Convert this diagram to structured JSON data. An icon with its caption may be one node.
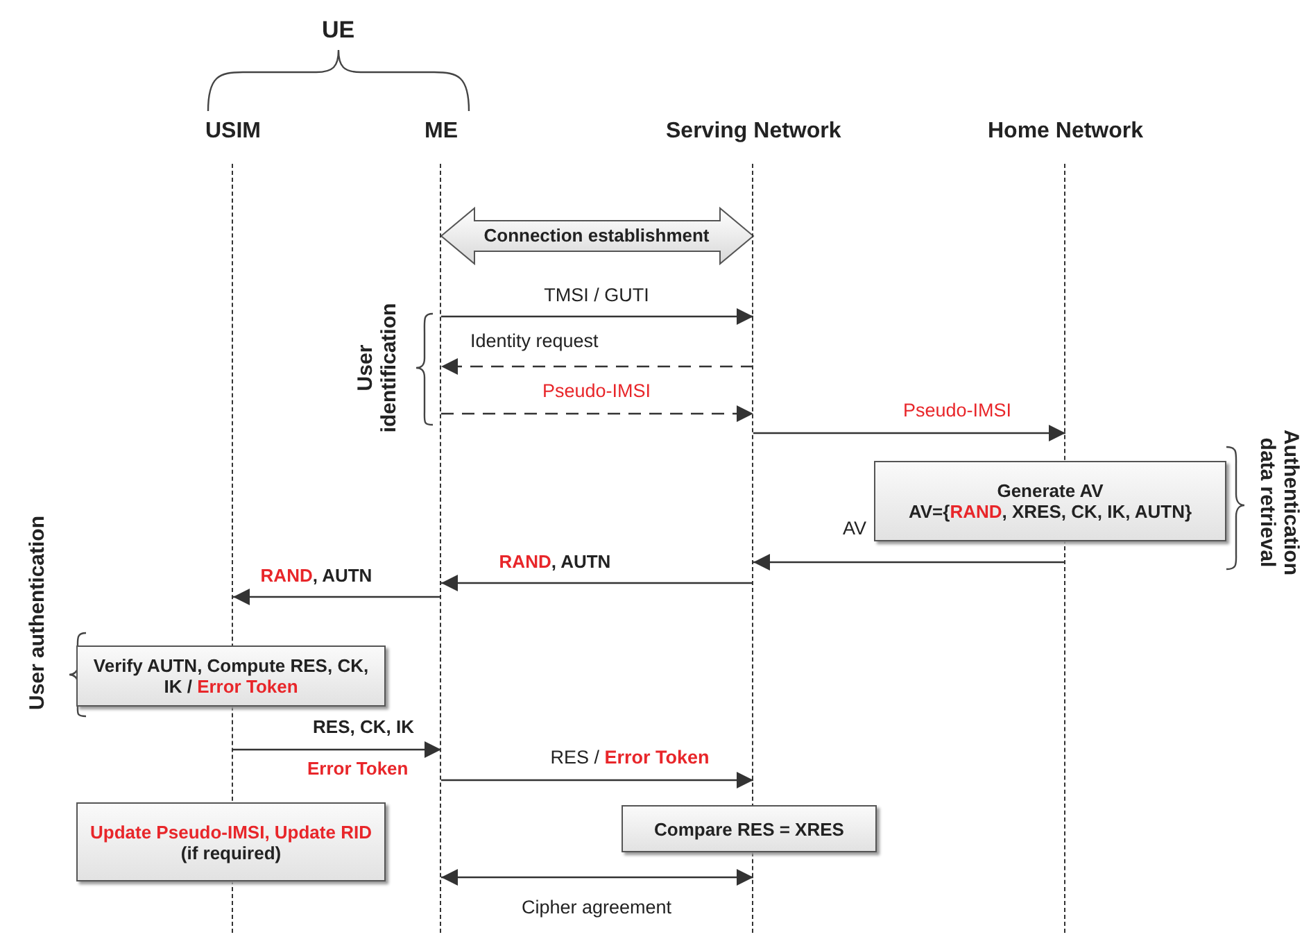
{
  "diagram": {
    "nodes": [
      {
        "text": [],
        "shape": "line",
        "beside": [
          "USIM"
        ]
      },
      {
        "text": [],
        "shape": "line",
        "beside": [
          "ME"
        ]
      },
      {
        "text": [],
        "shape": "line",
        "beside": [
          "Serving Network"
        ]
      },
      {
        "text": [],
        "shape": "line",
        "beside": [
          "Home Network"
        ]
      },
      {
        "text": [
          "Generate AV",
          "AV={**RAND**, XRES, CK, IK, AUTN}"
        ]
      },
      {
        "text": [
          "Verify AUTN, Compute RES, CK, IK / **Error Token**"
        ]
      },
      {
        "text": [
          "Compare RES = XRES"
        ]
      },
      {
        "text": [
          "**Update Pseudo-IMSI, Update RID** (if required)"
        ]
      }
    ],
    "edges": [
      {
        "from": 1,
        "to": 2,
        "arrow": "both",
        "label": "Connection establishment",
        "style": "thick"
      },
      {
        "from": 1,
        "to": 2,
        "arrow": "to",
        "label": "TMSI / GUTI"
      },
      {
        "from": 2,
        "to": 1,
        "arrow": "to",
        "label": "Identity request",
        "style": "dashed"
      },
      {
        "from": 1,
        "to": 2,
        "arrow": "to",
        "label": "Pseudo-IMSI",
        "style": "dashed"
      },
      {
        "from": 2,
        "to": 3,
        "arrow": "to",
        "label": "Pseudo-IMSI"
      },
      {
        "from": 3,
        "to": 2,
        "arrow": "to",
        "label": "AV"
      },
      {
        "from": 2,
        "to": 1,
        "arrow": "to",
        "label": "**RAND**, AUTN"
      },
      {
        "from": 1,
        "to": 0,
        "arrow": "to",
        "label": "**RAND**, AUTN"
      },
      {
        "from": 0,
        "to": 1,
        "arrow": "to",
        "label": "RES, CK, IK"
      },
      {
        "from": 1,
        "to": 2,
        "arrow": "to",
        "label": "RES / **Error Token**"
      },
      {
        "from": 1,
        "to": 2,
        "arrow": "both",
        "label": "Cipher agreement"
      }
    ],
    "labels": [
      "UE",
      "User identification",
      "Authentication data retrieval",
      "User authentication",
      "Error Token"
    ]
  }
}
